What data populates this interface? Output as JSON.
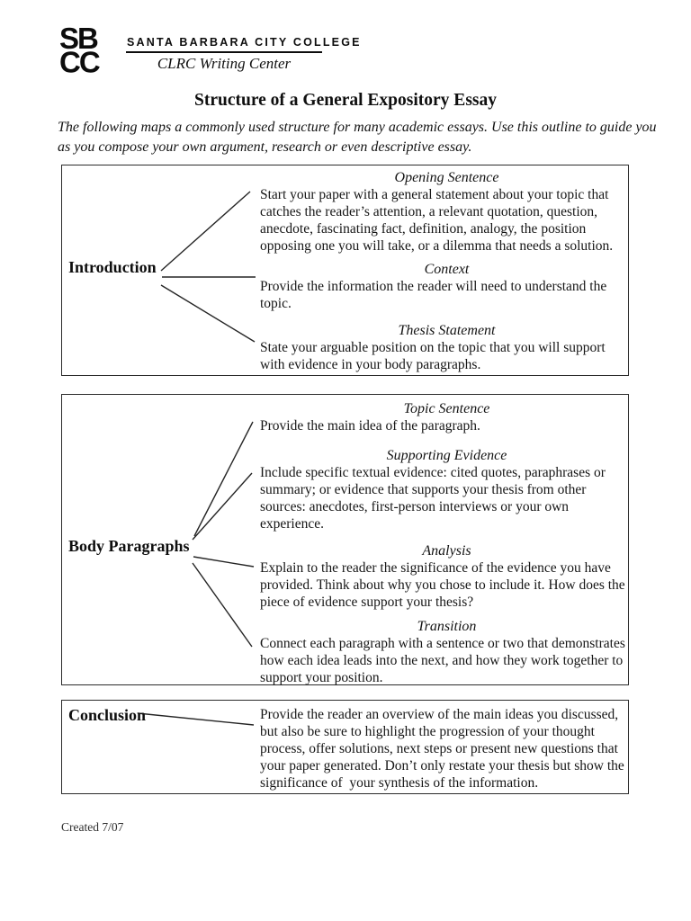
{
  "header": {
    "logo_line1": "SB",
    "logo_line2": "CC",
    "college_name": "SANTA BARBARA CITY COLLEGE",
    "center_name": "CLRC Writing Center"
  },
  "title": "Structure of a General Expository Essay",
  "intro": "The following maps a commonly used structure for many academic essays. Use this outline to guide you\nas you compose your own argument, research or even descriptive essay.",
  "diagram": {
    "boxes": [
      {
        "label": "Introduction",
        "sections": [
          {
            "heading": "Opening Sentence",
            "body": "Start your paper with a general statement about your topic that\ncatches the reader’s attention, a relevant quotation, question,\nanecdote, fascinating fact, definition, analogy, the position\nopposing one you will take, or a dilemma that needs a solution."
          },
          {
            "heading": "Context",
            "body": "Provide the information the reader will need to understand the\ntopic."
          },
          {
            "heading": "Thesis Statement",
            "body": "State your arguable position on the topic that you will support\nwith evidence in your body paragraphs."
          }
        ]
      },
      {
        "label": "Body Paragraphs",
        "sections": [
          {
            "heading": "Topic Sentence",
            "body": "Provide the main idea of the paragraph."
          },
          {
            "heading": "Supporting Evidence",
            "body": "Include specific textual evidence: cited quotes, paraphrases or\nsummary; or evidence that supports your thesis from other\nsources: anecdotes, first-person interviews or your own\nexperience."
          },
          {
            "heading": "Analysis",
            "body": "Explain to the reader the significance of the evidence you have\nprovided. Think about why you chose to include it. How does the\npiece of evidence support your thesis?"
          },
          {
            "heading": "Transition",
            "body": "Connect each paragraph with a sentence or two that demonstrates\nhow each idea leads into the next, and how they work together to\nsupport your position."
          }
        ]
      },
      {
        "label": "Conclusion",
        "sections": [
          {
            "heading": "",
            "body": "Provide the reader an overview of the main ideas you discussed,\nbut also be sure to highlight the progression of your thought\nprocess, offer solutions, next steps or present new questions that\nyour paper generated. Don’t only restate your thesis but show the\nsignificance of  your synthesis of the information."
          }
        ]
      }
    ]
  },
  "footer": {
    "created": "Created 7/07"
  },
  "colors": {
    "ink": "#161616",
    "border": "#2b2b2b"
  }
}
